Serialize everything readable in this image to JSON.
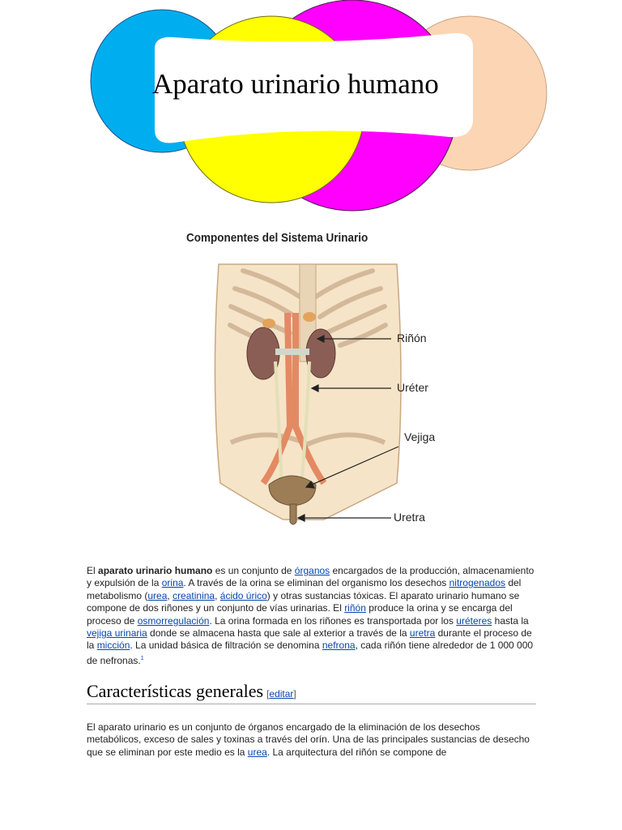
{
  "banner": {
    "title": "Aparato urinario humano",
    "colors": {
      "cyan": "#00aeef",
      "yellow": "#ffff00",
      "magenta": "#ff00ff",
      "peach": "#fcd5b5"
    }
  },
  "figure": {
    "title": "Componentes del Sistema Urinario",
    "labels": {
      "kidney": "Riñón",
      "ureter": "Uréter",
      "bladder": "Vejiga",
      "urethra": "Uretra"
    }
  },
  "intro": {
    "t1": "El ",
    "b1": "aparato urinario humano",
    "t2": " es un conjunto de ",
    "l_organos": "órganos",
    "t3": " encargados de la producción, almacenamiento y expulsión de la ",
    "l_orina": "orina",
    "t4": ". A través de la orina se eliminan del organismo los desechos ",
    "l_nitrogenados": "nitrogenados",
    "t5": " del metabolismo (",
    "l_urea": "urea",
    "t6": ", ",
    "l_creatinina": "creatinina",
    "t7": ", ",
    "l_acido_urico": "ácido úrico",
    "t8": ") y otras sustancias tóxicas. El aparato urinario humano se compone de dos riñones y un conjunto de vías urinarias. El ",
    "l_rinon": "riñón",
    "t9": " produce la orina y se encarga del proceso de ",
    "l_osmorregulacion": "osmorregulación",
    "t10": ". La orina formada en los riñones es transportada por los ",
    "l_ureteres": "uréteres",
    "t11": " hasta la ",
    "l_vejiga": "vejiga urinaria",
    "t12": " donde se almacena hasta que sale al exterior a través de la ",
    "l_uretra": "uretra",
    "t13": " durante el proceso de la ",
    "l_miccion": "micción",
    "t14": ". La unidad básica de filtración se denomina ",
    "l_nefrona": "nefrona",
    "t15": ", cada riñón tiene alrededor de 1 000 000 de nefronas.",
    "footnote": "1"
  },
  "section": {
    "title": "Características generales",
    "edit_open": "[",
    "edit_label": "editar",
    "edit_close": "]",
    "t1": "El aparato urinario es un conjunto de órganos encargado de la eliminación de los desechos metabólicos, exceso de sales y toxinas a través del orín. Una de las principales sustancias de desecho que se eliminan por este medio es la ",
    "l_urea": "urea",
    "t2": ". La arquitectura del riñón se compone de"
  }
}
